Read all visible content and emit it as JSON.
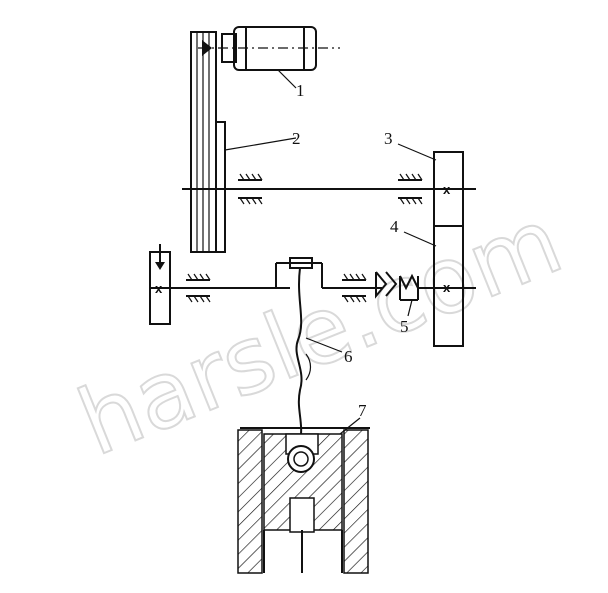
{
  "labels": {
    "motor": "1",
    "belt_drive": "2",
    "gear_small": "3",
    "gear_large": "4",
    "clutch": "5",
    "crankshaft": "6",
    "slide": "7"
  },
  "marks": {
    "shaft_cross": "x"
  },
  "watermark": "harsle.com"
}
